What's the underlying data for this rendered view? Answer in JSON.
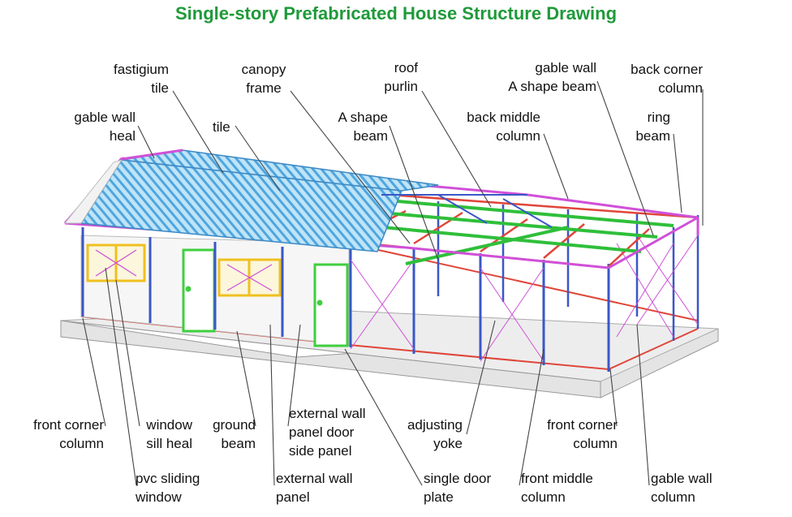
{
  "title": "Single-story Prefabricated House Structure Drawing",
  "colors": {
    "title": "#1f9a3a",
    "column": "#3a57c8",
    "purlin": "#2fbf3a",
    "frame_red": "#e0463a",
    "magenta": "#d050d8",
    "tile": "#5fb3e6",
    "window": "#f0c020",
    "door_frame": "#3fcf3f",
    "base": "#dcdcdc",
    "leader": "#444444"
  },
  "labels": {
    "fastigium_tile": [
      "fastigium",
      "tile"
    ],
    "canopy_frame": [
      "canopy",
      "frame"
    ],
    "roof_purlin": [
      "roof",
      "purlin"
    ],
    "gable_wall_a_shape_beam": [
      "gable wall",
      "A shape beam"
    ],
    "back_corner_column": [
      "back corner",
      "column"
    ],
    "gable_wall_heal": [
      "gable wall",
      "heal"
    ],
    "tile": [
      "tile"
    ],
    "a_shape_beam": [
      "A shape",
      "beam"
    ],
    "back_middle_column": [
      "back middle",
      "column"
    ],
    "ring_beam": [
      "ring",
      "beam"
    ],
    "front_corner_column_left": [
      "front corner",
      "column"
    ],
    "window_sill_heal": [
      "window",
      "sill heal"
    ],
    "ground_beam": [
      "ground",
      "beam"
    ],
    "external_wall_panel_door_side_panel": [
      "external wall",
      "panel door",
      "side panel"
    ],
    "adjusting_yoke": [
      "adjusting",
      "yoke"
    ],
    "front_corner_column_right": [
      "front corner",
      "column"
    ],
    "pvc_sliding_window": [
      "pvc sliding",
      "window"
    ],
    "external_wall_panel": [
      "external wall",
      "panel"
    ],
    "single_door_plate": [
      "single door",
      "plate"
    ],
    "front_middle_column": [
      "front middle",
      "column"
    ],
    "gable_wall_column": [
      "gable wall",
      "column"
    ]
  }
}
